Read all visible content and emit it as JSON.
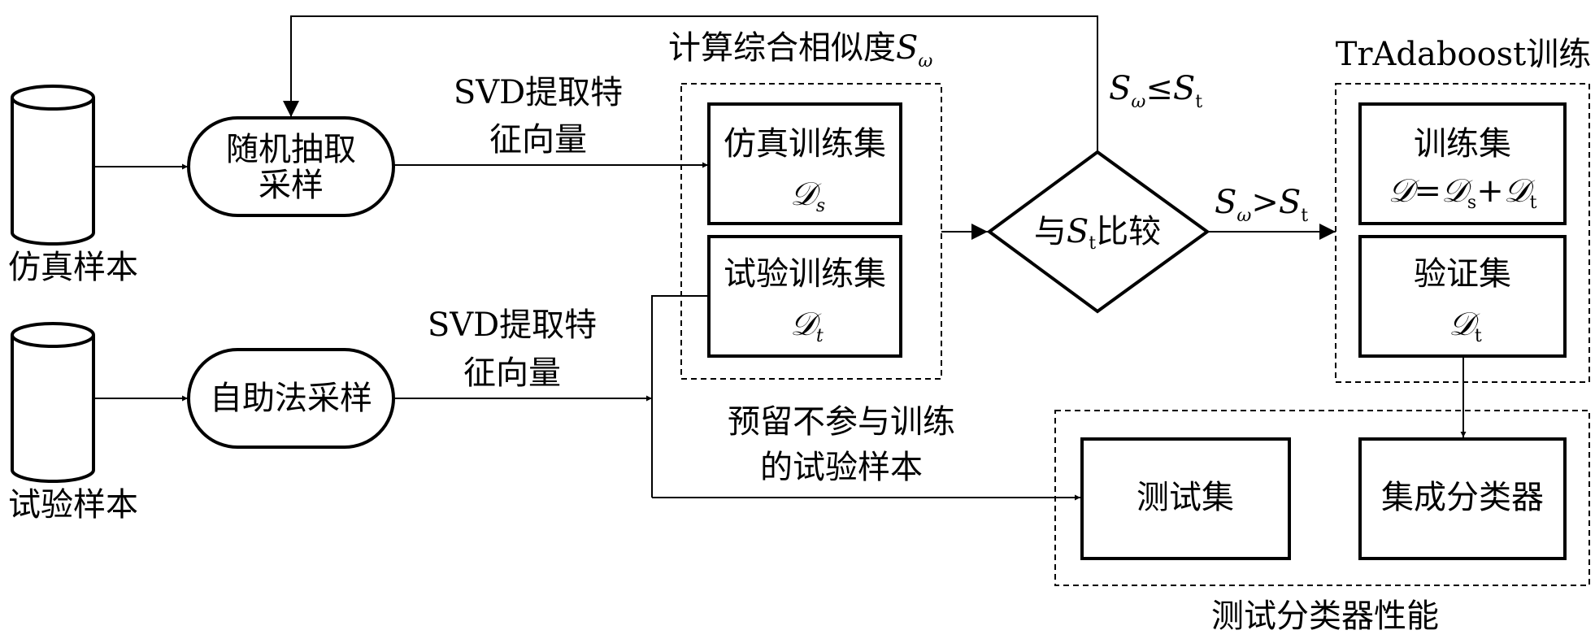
{
  "databases": {
    "sim": "仿真样本",
    "test": "试验样本"
  },
  "sampling": {
    "random_line1": "随机抽取",
    "random_line2": "采样",
    "bootstrap": "自助法采样"
  },
  "svd": {
    "line1": "SVD提取特",
    "line2": "征向量"
  },
  "similarity_group": {
    "title_prefix": "计算综合相似度",
    "title_symbol": "S",
    "title_symbol_sub": "ω",
    "sim_train_set": "仿真训练集",
    "sim_train_symbol": "𝒟",
    "sim_train_sub": "s",
    "test_train_set": "试验训练集",
    "test_train_symbol": "𝒟",
    "test_train_sub": "t"
  },
  "compare": {
    "prefix": "与",
    "symbol": "S",
    "sub": "t",
    "suffix": "比较"
  },
  "conditions": {
    "loop_S": "S",
    "loop_sub_omega": "ω",
    "loop_op": "≤",
    "loop_S2": "S",
    "loop_sub_t": "t",
    "pass_S": "S",
    "pass_sub_omega": "ω",
    "pass_op": ">",
    "pass_S2": "S",
    "pass_sub_t": "t"
  },
  "tradaboost": {
    "title": "TrAdaboost训练",
    "train_set": "训练集",
    "formula_d1": "𝒟",
    "formula_eq": "=",
    "formula_d2": "𝒟",
    "formula_sub_s": "s",
    "formula_plus": "+",
    "formula_d3": "𝒟",
    "formula_sub_t": "t",
    "validation_set": "验证集",
    "validation_symbol": "𝒟",
    "validation_sub": "t"
  },
  "reserved": {
    "line1": "预留不参与训练",
    "line2": "的试验样本"
  },
  "evaluation": {
    "title": "测试分类器性能",
    "test_set": "测试集",
    "ensemble": "集成分类器"
  }
}
